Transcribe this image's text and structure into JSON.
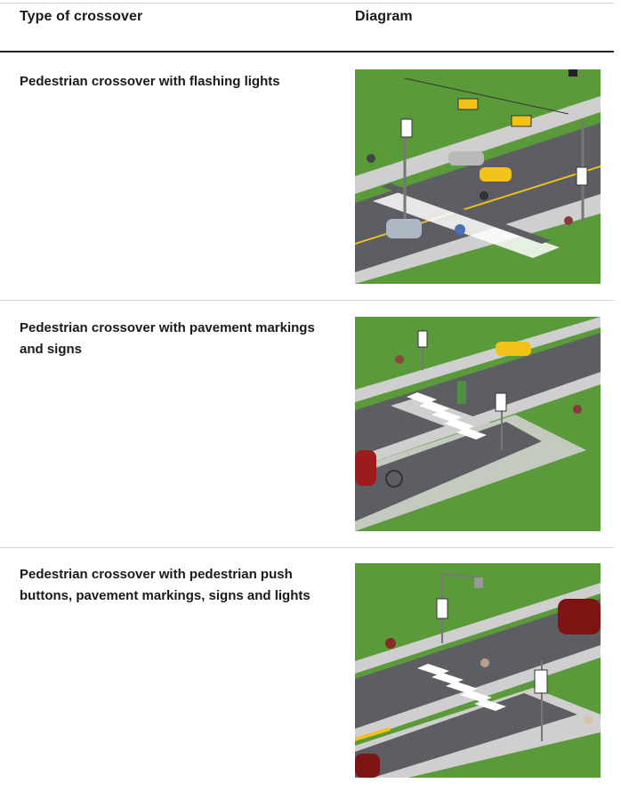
{
  "table": {
    "headers": {
      "type": "Type of crossover",
      "diagram": "Diagram"
    },
    "rows": [
      {
        "type": "Pedestrian crossover with flashing lights"
      },
      {
        "type": "Pedestrian crossover with pavement markings and signs"
      },
      {
        "type": "Pedestrian crossover with pedestrian push buttons, pavement markings, signs and lights"
      }
    ]
  },
  "colors": {
    "grass": "#5a9a3a",
    "road": "#5d5e63",
    "sidewalk": "#cfcfcf",
    "yellow": "#f2c21b"
  }
}
